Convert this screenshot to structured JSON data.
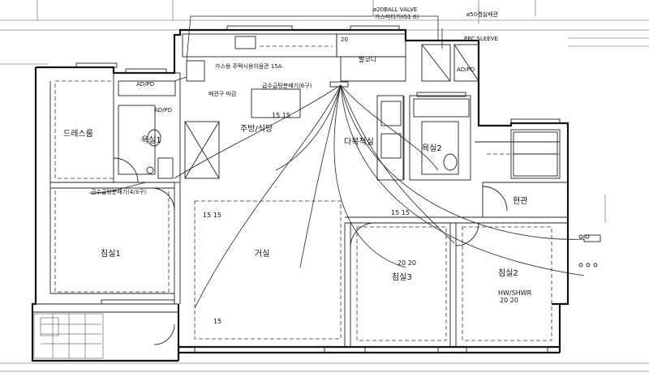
{
  "rooms": {
    "dressroom": "드레스룸",
    "bath1": "욕실1",
    "kitchen": "주방/식당",
    "multipurpose": "다목적실",
    "bath2": "욕실2",
    "entrance": "현관",
    "bedroom1": "침실1",
    "living": "거실",
    "bedroom3": "침실3",
    "bedroom2": "침실2",
    "balcony": "발코니"
  },
  "annotations": {
    "ball_valve": "ø20BALL VALVE",
    "gas_meter": "가스미터기(G1.6)",
    "pipe_50": "ø50겸실배관",
    "pvc_sleeve": "PPC SLEEVE",
    "gas_supply": "가스용 주택시용이음관 15A",
    "pipe_finish": "배관구 마감",
    "water_header_kitchen": "급수급탕분배기(6구)",
    "water_header_bath": "급수급탕분배기(4/3구)",
    "hw_label": "HW/SHWR",
    "ad_pd_1": "AD/PD",
    "ad_pd_2": "AD/PD",
    "ad_pd_3": "AD/PD",
    "dim_20": "20"
  },
  "sizes": {
    "kitchen_sink": "15  15",
    "bath_left": "15  15",
    "multipurpose": "15  15",
    "bedroom3": "20  20",
    "living": "15",
    "bedroom2": "20  20"
  }
}
